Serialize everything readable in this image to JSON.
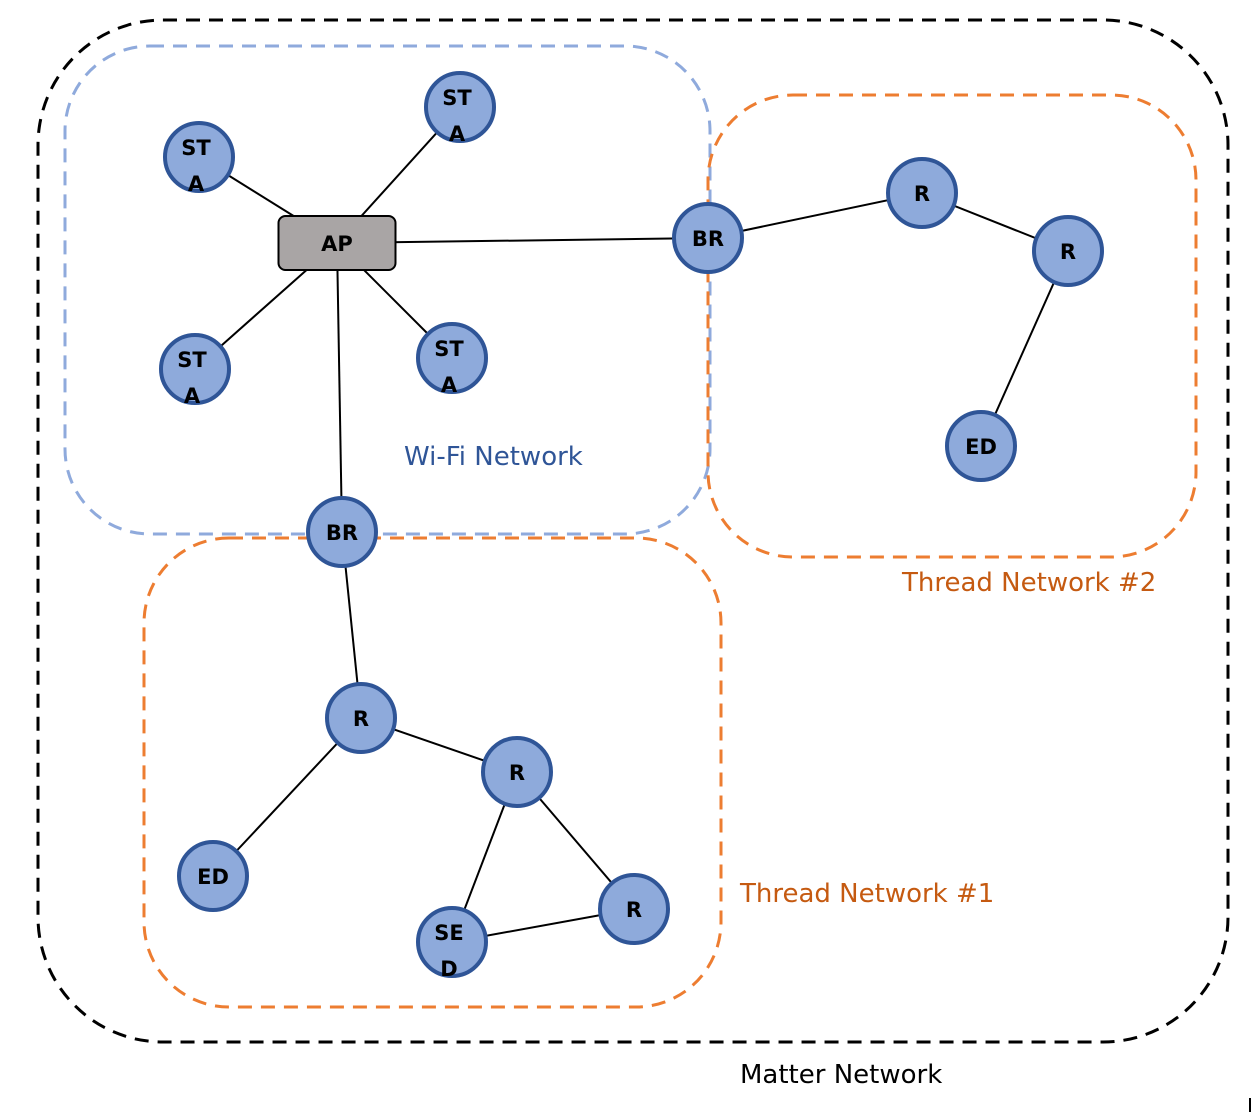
{
  "colors": {
    "node_fill": "#8eaadb",
    "node_stroke": "#2f5597",
    "ap_fill": "#a9a5a5",
    "ap_stroke": "#000000",
    "wifi_border": "#8faadc",
    "thread_border": "#ed7d31",
    "matter_border": "#000000",
    "wifi_text": "#2f5597",
    "thread_text": "#c55a11",
    "matter_text": "#000000",
    "link": "#000000"
  },
  "regions": {
    "matter": {
      "label": "Matter Network"
    },
    "wifi": {
      "label": "Wi-Fi Network"
    },
    "thread1": {
      "label": "Thread Network #1"
    },
    "thread2": {
      "label": "Thread Network #2"
    }
  },
  "nodes": [
    {
      "id": "ap",
      "kind": "access-point",
      "label": [
        "AP"
      ]
    },
    {
      "id": "sta1",
      "kind": "station",
      "label": [
        "ST",
        "A"
      ]
    },
    {
      "id": "sta2",
      "kind": "station",
      "label": [
        "ST",
        "A"
      ]
    },
    {
      "id": "sta3",
      "kind": "station",
      "label": [
        "ST",
        "A"
      ]
    },
    {
      "id": "sta4",
      "kind": "station",
      "label": [
        "ST",
        "A"
      ]
    },
    {
      "id": "br1",
      "kind": "border-router",
      "label": [
        "BR"
      ]
    },
    {
      "id": "br2",
      "kind": "border-router",
      "label": [
        "BR"
      ]
    },
    {
      "id": "t2r1",
      "kind": "router",
      "label": [
        "R"
      ]
    },
    {
      "id": "t2r2",
      "kind": "router",
      "label": [
        "R"
      ]
    },
    {
      "id": "t2ed",
      "kind": "end-device",
      "label": [
        "ED"
      ]
    },
    {
      "id": "t1r1",
      "kind": "router",
      "label": [
        "R"
      ]
    },
    {
      "id": "t1r2",
      "kind": "router",
      "label": [
        "R"
      ]
    },
    {
      "id": "t1r3",
      "kind": "router",
      "label": [
        "R"
      ]
    },
    {
      "id": "t1ed",
      "kind": "end-device",
      "label": [
        "ED"
      ]
    },
    {
      "id": "t1sed",
      "kind": "sleepy-end-device",
      "label": [
        "SE",
        "D"
      ]
    }
  ],
  "links": [
    [
      "ap",
      "sta1"
    ],
    [
      "ap",
      "sta2"
    ],
    [
      "ap",
      "sta3"
    ],
    [
      "ap",
      "sta4"
    ],
    [
      "ap",
      "br1"
    ],
    [
      "ap",
      "br2"
    ],
    [
      "br1",
      "t2r1"
    ],
    [
      "t2r1",
      "t2r2"
    ],
    [
      "t2r2",
      "t2ed"
    ],
    [
      "br2",
      "t1r1"
    ],
    [
      "t1r1",
      "t1ed"
    ],
    [
      "t1r1",
      "t1r2"
    ],
    [
      "t1r2",
      "t1sed"
    ],
    [
      "t1r2",
      "t1r3"
    ],
    [
      "t1r3",
      "t1sed"
    ]
  ]
}
